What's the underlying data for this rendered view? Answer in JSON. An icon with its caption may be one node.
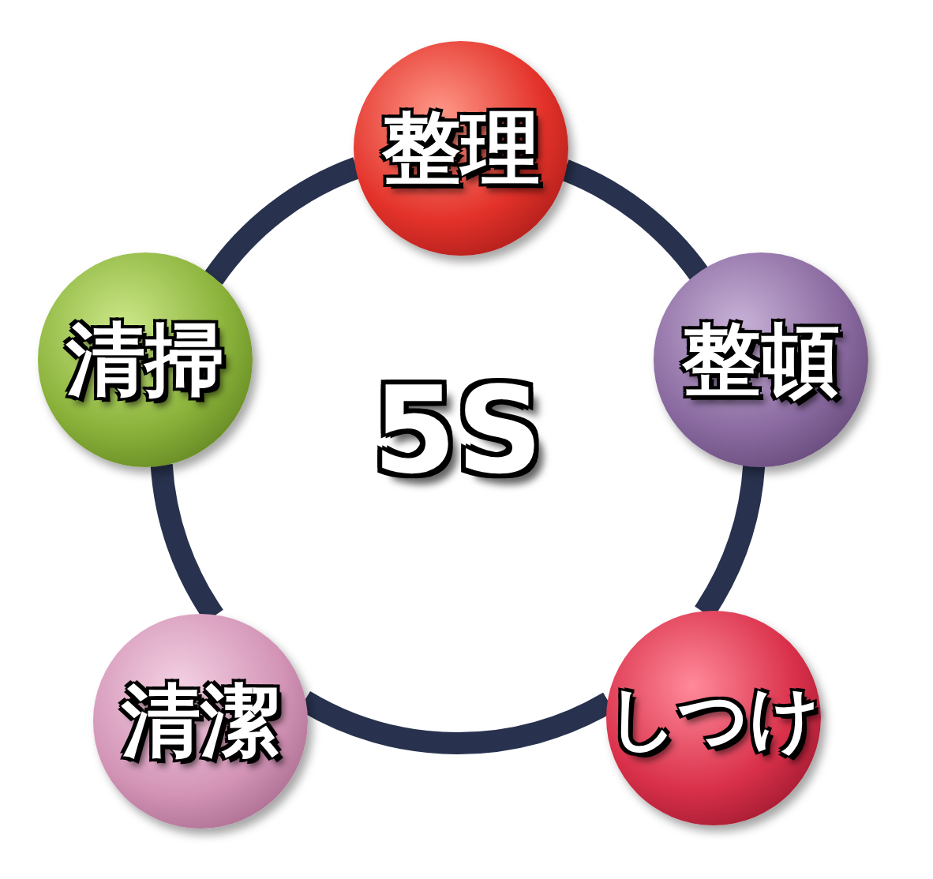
{
  "diagram": {
    "nodes": [
      {
        "text": [
          "整理"
        ]
      },
      {
        "text": [
          "整頓"
        ]
      },
      {
        "text": [
          "しつけ"
        ]
      },
      {
        "text": [
          "清潔"
        ]
      },
      {
        "text": [
          "清掃"
        ]
      }
    ],
    "edges": [
      {
        "from": 0,
        "to": 1,
        "arrow": "none"
      },
      {
        "from": 1,
        "to": 2,
        "arrow": "none"
      },
      {
        "from": 2,
        "to": 3,
        "arrow": "none"
      },
      {
        "from": 3,
        "to": 4,
        "arrow": "none"
      },
      {
        "from": 4,
        "to": 0,
        "arrow": "none"
      }
    ],
    "labels": [
      "5S"
    ]
  }
}
